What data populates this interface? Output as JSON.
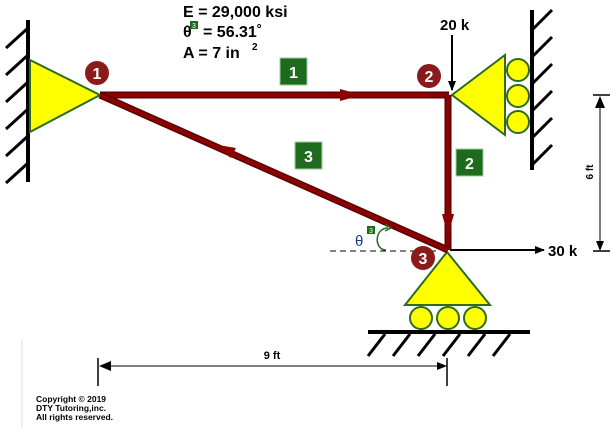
{
  "properties": {
    "modulus": "E = 29,000 ksi",
    "theta_symbol": "θ",
    "theta_sub": "3",
    "theta_value": "= 56.31˚",
    "area": "A = 7 in",
    "area_exp": "2"
  },
  "nodes": [
    "1",
    "2",
    "3"
  ],
  "members": [
    "1",
    "2",
    "3"
  ],
  "loads": {
    "vertical": "20 k",
    "horizontal": "30 k"
  },
  "dimensions": {
    "height": "6 ft",
    "width": "9 ft"
  },
  "angle_label": {
    "symbol": "θ",
    "sub": "3"
  },
  "copyright": [
    "Copyright © 2019",
    "DTY Tutoring,inc.",
    "All rights reserved."
  ],
  "colors": {
    "member": "#8b0000",
    "member_label_bg": "#1e6b1e",
    "node_label_bg": "#8b1a1a",
    "support_fill": "#ffff00",
    "support_stroke": "#2e6b1e"
  }
}
